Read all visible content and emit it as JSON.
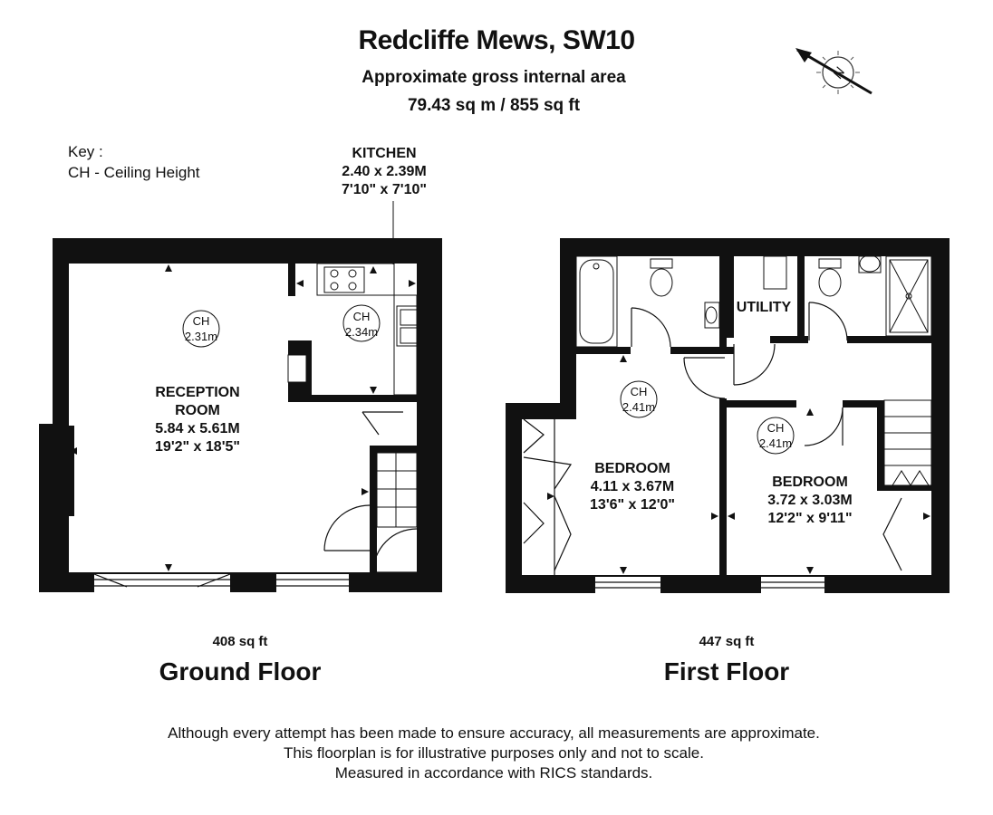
{
  "header": {
    "title": "Redcliffe Mews, SW10",
    "subtitle": "Approximate gross internal area",
    "area": "79.43 sq m / 855 sq ft"
  },
  "compass": {
    "letter": "N",
    "icon": "compass-north-icon"
  },
  "key": {
    "line1": "Key :",
    "line2": "CH - Ceiling Height"
  },
  "ground_floor": {
    "name": "Ground Floor",
    "area": "408 sq ft",
    "kitchen": {
      "name": "KITCHEN",
      "metric": "2.40 x 2.39M",
      "imperial": "7'10\" x 7'10\""
    },
    "reception": {
      "name_line1": "RECEPTION",
      "name_line2": "ROOM",
      "metric": "5.84 x 5.61M",
      "imperial": "19'2\" x 18'5\""
    },
    "ceiling_heights": [
      {
        "label": "CH",
        "value": "2.31m"
      },
      {
        "label": "CH",
        "value": "2.34m"
      }
    ]
  },
  "first_floor": {
    "name": "First Floor",
    "area": "447 sq ft",
    "utility": {
      "name": "UTILITY"
    },
    "bedroom1": {
      "name": "BEDROOM",
      "metric": "4.11 x 3.67M",
      "imperial": "13'6\" x 12'0\""
    },
    "bedroom2": {
      "name": "BEDROOM",
      "metric": "3.72 x 3.03M",
      "imperial": "12'2\" x 9'11\""
    },
    "ceiling_heights": [
      {
        "label": "CH",
        "value": "2.41m"
      },
      {
        "label": "CH",
        "value": "2.41m"
      }
    ]
  },
  "disclaimer": {
    "line1": "Although every attempt has been made to ensure accuracy, all measurements are approximate.",
    "line2": "This floorplan is for illustrative purposes only and not to scale.",
    "line3": "Measured in accordance with RICS standards."
  }
}
